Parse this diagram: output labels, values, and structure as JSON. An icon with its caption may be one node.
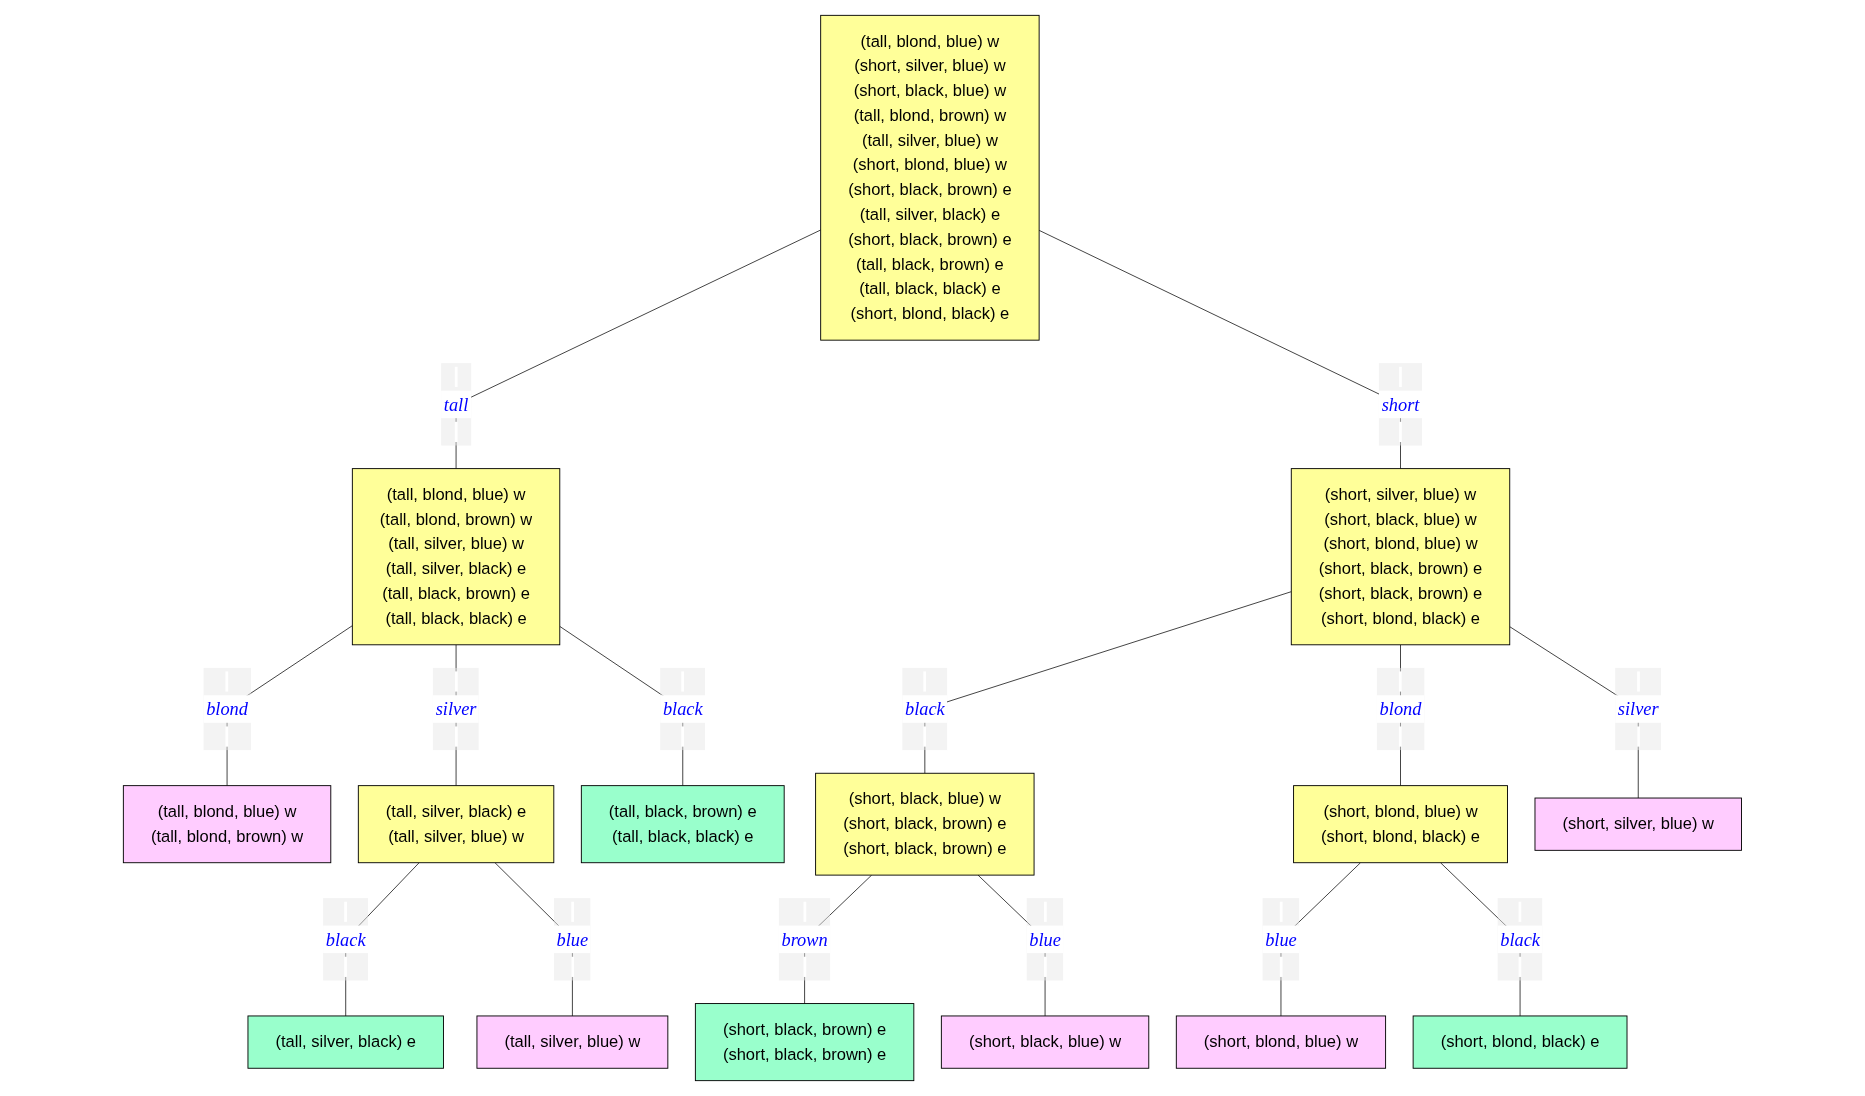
{
  "diagram": {
    "nodes": [
      {
        "text": [
          "(tall, blond, blue) w",
          "(short, silver, blue) w",
          "(short, black, blue) w",
          "(tall, blond, brown) w",
          "(tall, silver, blue) w",
          "(short, blond, blue) w",
          "(short, black, brown) e",
          "(tall, silver, black) e",
          "(short, black, brown) e",
          "(tall, black, brown) e",
          "(tall, black, black) e",
          "(short, blond, black) e"
        ]
      },
      {
        "text": [
          "(tall, blond, blue) w",
          "(tall, blond, brown) w",
          "(tall, silver, blue) w",
          "(tall, silver, black) e",
          "(tall, black, brown) e",
          "(tall, black, black) e"
        ]
      },
      {
        "text": [
          "(short, silver, blue) w",
          "(short, black, blue) w",
          "(short, blond, blue) w",
          "(short, black, brown) e",
          "(short, black, brown) e",
          "(short, blond, black) e"
        ]
      },
      {
        "text": [
          "(tall, blond, blue) w",
          "(tall, blond, brown) w"
        ]
      },
      {
        "text": [
          "(tall, silver, black) e",
          "(tall, silver, blue) w"
        ]
      },
      {
        "text": [
          "(tall, black, brown) e",
          "(tall, black, black) e"
        ]
      },
      {
        "text": [
          "(tall, silver, black) e"
        ]
      },
      {
        "text": [
          "(tall, silver, blue) w"
        ]
      },
      {
        "text": [
          "(short, black, blue) w",
          "(short, black, brown) e",
          "(short, black, brown) e"
        ]
      },
      {
        "text": [
          "(short, blond, blue) w",
          "(short, blond, black) e"
        ]
      },
      {
        "text": [
          "(short, silver, blue) w"
        ]
      },
      {
        "text": [
          "(short, black, brown) e",
          "(short, black, brown) e"
        ]
      },
      {
        "text": [
          "(short, black, blue) w"
        ]
      },
      {
        "text": [
          "(short, blond, blue) w"
        ]
      },
      {
        "text": [
          "(short, blond, black) e"
        ]
      }
    ],
    "edges": [
      {
        "from": 0,
        "to": 1,
        "arrow": "none",
        "label": "tall"
      },
      {
        "from": 0,
        "to": 2,
        "arrow": "none",
        "label": "short"
      },
      {
        "from": 1,
        "to": 3,
        "arrow": "none",
        "label": "blond"
      },
      {
        "from": 1,
        "to": 4,
        "arrow": "none",
        "label": "silver"
      },
      {
        "from": 1,
        "to": 5,
        "arrow": "none",
        "label": "black"
      },
      {
        "from": 2,
        "to": 8,
        "arrow": "none",
        "label": "black"
      },
      {
        "from": 2,
        "to": 9,
        "arrow": "none",
        "label": "blond"
      },
      {
        "from": 2,
        "to": 10,
        "arrow": "none",
        "label": "silver"
      },
      {
        "from": 4,
        "to": 6,
        "arrow": "none",
        "label": "black"
      },
      {
        "from": 4,
        "to": 7,
        "arrow": "none",
        "label": "blue"
      },
      {
        "from": 8,
        "to": 11,
        "arrow": "none",
        "label": "brown"
      },
      {
        "from": 8,
        "to": 12,
        "arrow": "none",
        "label": "blue"
      },
      {
        "from": 9,
        "to": 13,
        "arrow": "none",
        "label": "blue"
      },
      {
        "from": 9,
        "to": 14,
        "arrow": "none",
        "label": "black"
      }
    ]
  }
}
